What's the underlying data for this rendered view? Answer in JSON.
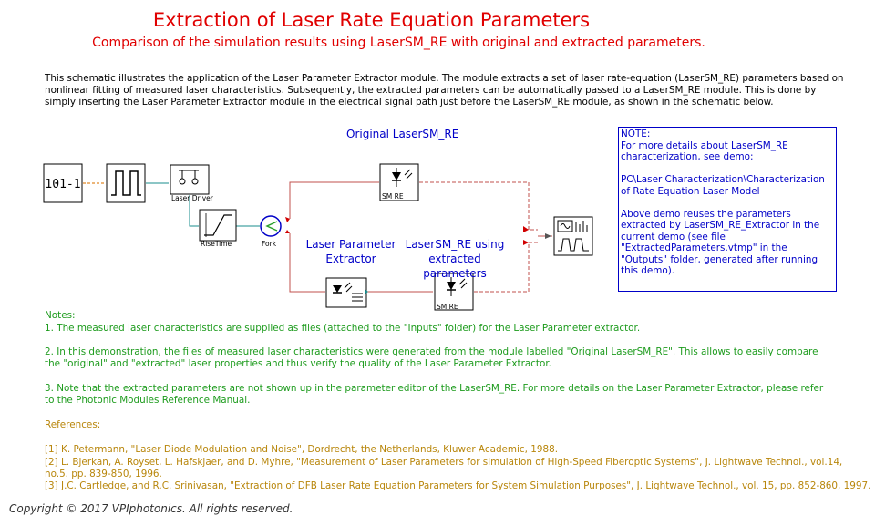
{
  "title": "Extraction of Laser Rate Equation Parameters",
  "subtitle": "Comparison of the simulation results using LaserSM_RE with original and extracted parameters.",
  "intro": "This schematic illustrates the application of the Laser Parameter Extractor module. The module extracts a set of laser rate-equation (LaserSM_RE) parameters based on nonlinear fitting of measured laser characteristics. Subsequently, the extracted parameters can be automatically passed to a LaserSM_RE module. This is done by simply inserting  the Laser Parameter Extractor module in the electrical signal path just before the LaserSM_RE module, as shown in the schematic below.",
  "labels": {
    "original": "Original LaserSM_RE",
    "extractor": "Laser Parameter Extractor",
    "extracted": "LaserSM_RE using extracted parameters"
  },
  "blocks": {
    "bitsource": "101-1",
    "laser_driver": "Laser Driver",
    "risetime": "RiseTime",
    "fork": "Fork",
    "sm_re_top": "SM RE",
    "sm_re_bottom": "SM RE"
  },
  "note_box": {
    "heading": "NOTE:",
    "p1": "For more details about LaserSM_RE characterization, see demo:",
    "p2": "PC\\Laser Characterization\\Characterization of Rate Equation Laser Model",
    "p3": "Above demo reuses the parameters  extracted by LaserSM_RE_Extractor in the current demo (see file \"ExtractedParameters.vtmp\" in the \"Outputs\" folder, generated after running this demo)."
  },
  "notes": {
    "heading": "Notes:",
    "n1": "1. The measured laser characteristics are supplied as files (attached to the \"Inputs\" folder) for the Laser Parameter extractor.",
    "n2": "2. In this demonstration, the files of measured laser characteristics were generated from the module labelled \"Original LaserSM_RE\". This allows to easily compare the \"original\" and \"extracted\" laser properties and thus verify the quality of the Laser Parameter Extractor.",
    "n3": "3. Note that the extracted parameters are not shown up in the parameter editor of the LaserSM_RE. For more details on the Laser Parameter Extractor, please refer to the Photonic Modules Reference Manual."
  },
  "references": {
    "heading": "References:",
    "r1": "[1] K. Petermann, \"Laser Diode Modulation and Noise\", Dordrecht, the Netherlands, Kluwer Academic, 1988.",
    "r2": "[2] L. Bjerkan, A. Royset, L. Hafskjaer, and D. Myhre, \"Measurement of Laser Parameters for simulation of High-Speed Fiberoptic Systems\", J. Lightwave Technol., vol.14, no.5. pp. 839-850, 1996.",
    "r3": "[3] J.C. Cartledge, and R.C. Srinivasan, \"Extraction of DFB Laser Rate Equation Parameters for System Simulation Purposes\", J. Lightwave Technol., vol. 15, pp. 852-860, 1997."
  },
  "copyright": "Copyright © 2017 VPIphotonics. All rights reserved.",
  "colors": {
    "title": "#e00000",
    "label_blue": "#0000c8",
    "notes_green": "#1d9b1d",
    "refs_brown": "#b8860b",
    "electrical_wire": "#1a8c8c",
    "optical_wire": "#c0504d"
  }
}
